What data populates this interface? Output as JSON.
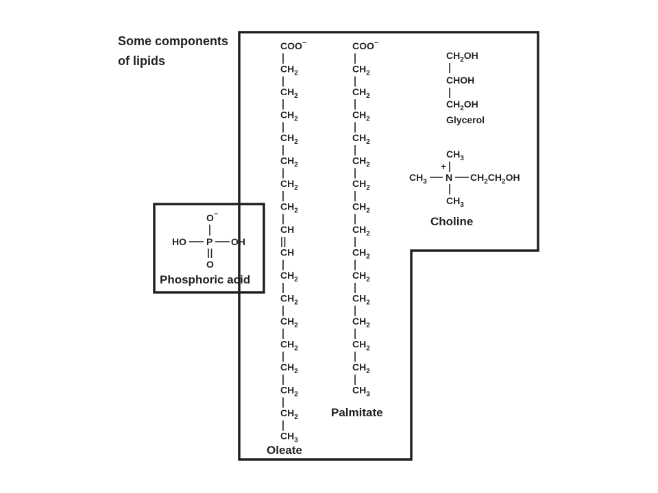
{
  "title": {
    "line1": "Some components",
    "line2": "of lipids"
  },
  "oleate": {
    "name": "Oleate",
    "top_group": "COO",
    "top_charge": "−",
    "chain_before_double_bond": 7,
    "chain_after_double_bond": 7,
    "double_bond_atom": "CH",
    "end_group": "CH",
    "end_sub": "3",
    "unit": "CH",
    "unit_sub": "2"
  },
  "palmitate": {
    "name": "Palmitate",
    "top_group": "COO",
    "top_charge": "−",
    "chain_count": 14,
    "end_group": "CH",
    "end_sub": "3",
    "unit": "CH",
    "unit_sub": "2"
  },
  "glycerol": {
    "name": "Glycerol",
    "row1": "CH",
    "row1_sub": "2",
    "row1_tail": "OH",
    "row2": "CHOH",
    "row3": "CH",
    "row3_sub": "2",
    "row3_tail": "OH"
  },
  "choline": {
    "name": "Choline",
    "top": "CH",
    "top_sub": "3",
    "left": "CH",
    "left_sub": "3",
    "center": "N",
    "charge": "+",
    "right_a": "CH",
    "right_a_sub": "2",
    "right_b": "CH",
    "right_b_sub": "2",
    "right_tail": "OH",
    "bottom": "CH",
    "bottom_sub": "3"
  },
  "phosphoric_acid": {
    "name": "Phosphoric acid",
    "top": "O",
    "top_charge": "−",
    "left": "HO",
    "center": "P",
    "right": "OH",
    "bottom": "O"
  }
}
